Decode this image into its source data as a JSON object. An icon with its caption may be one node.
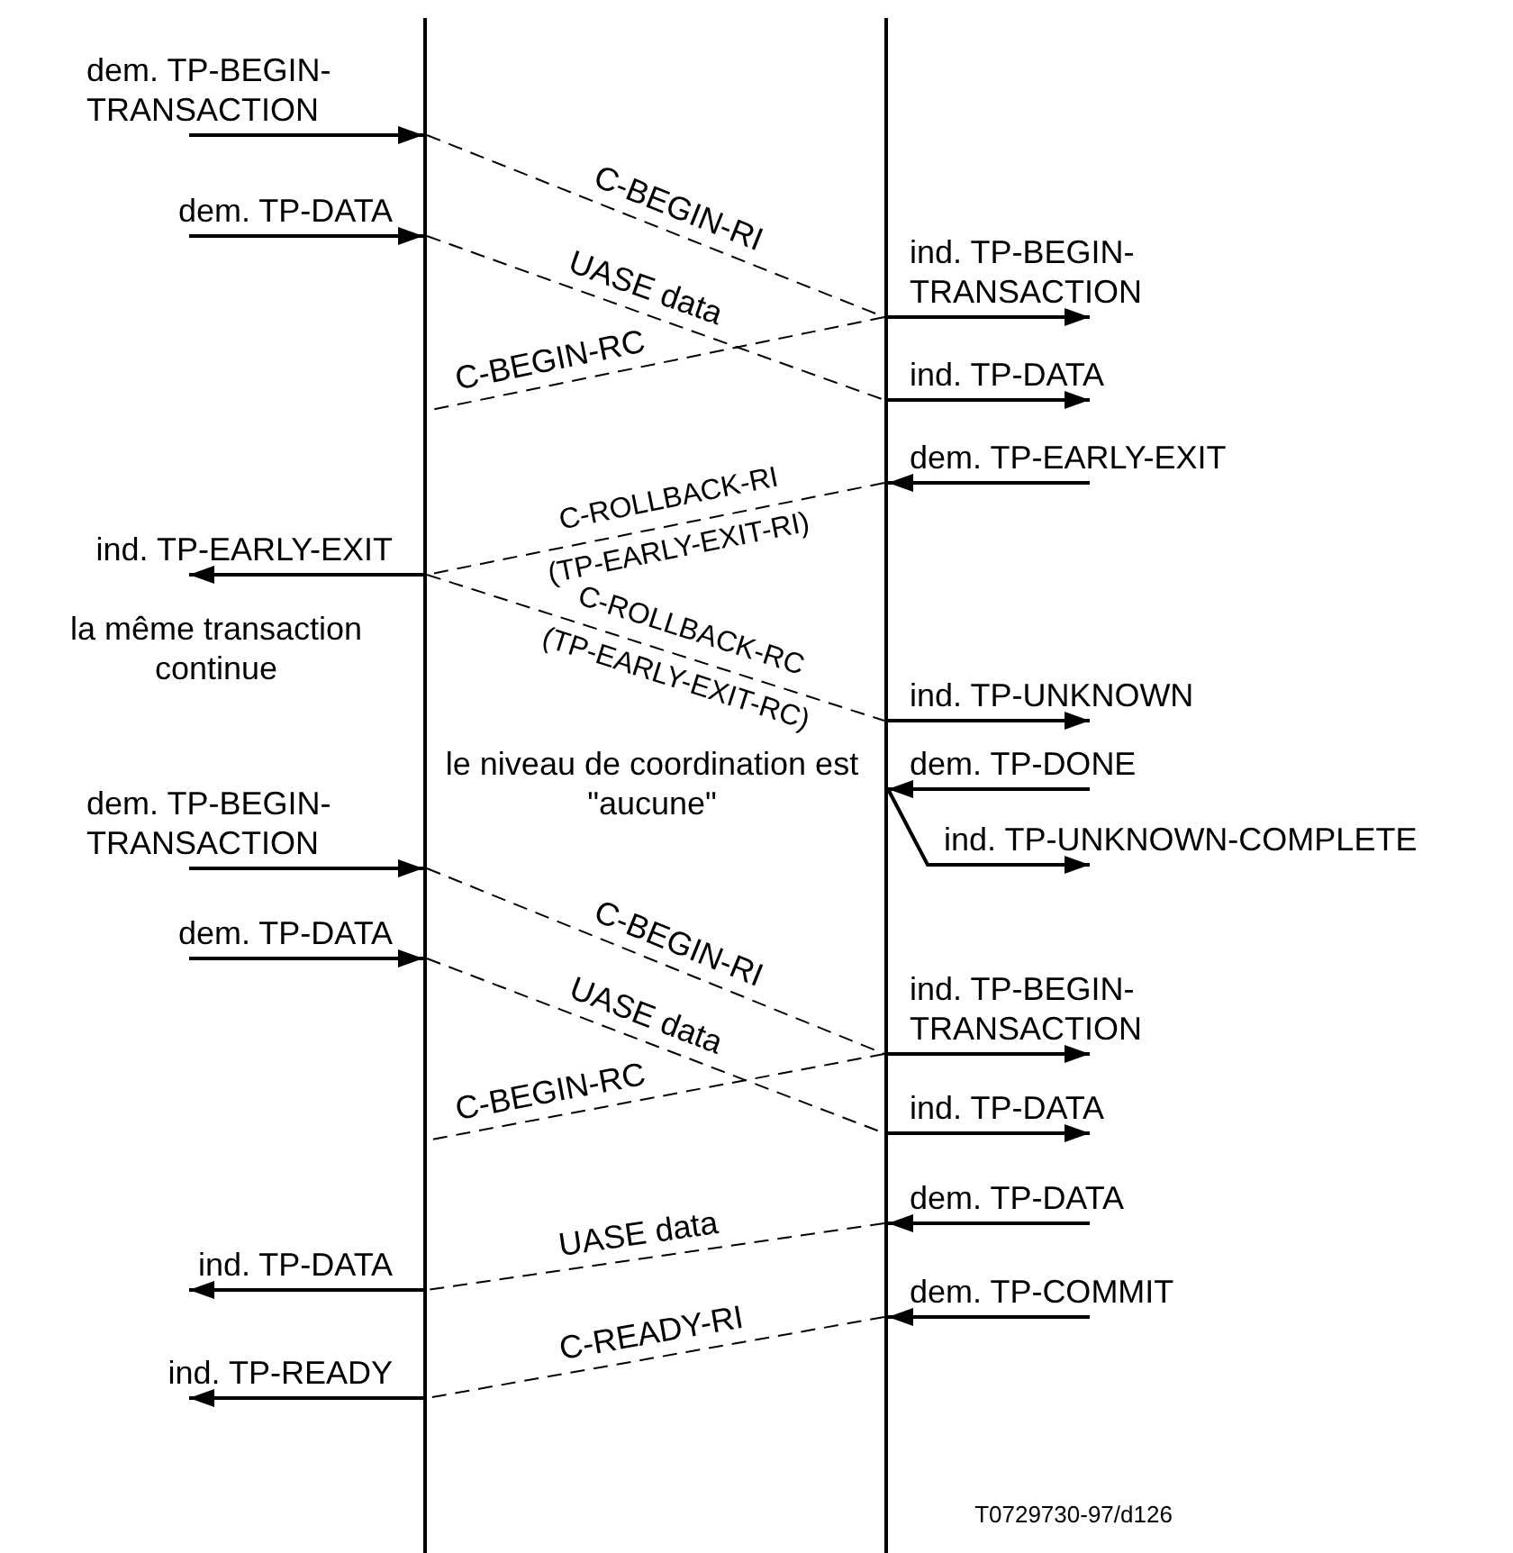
{
  "diagram": {
    "nodes": [
      {
        "text": [],
        "shape": "bar"
      },
      {
        "text": [],
        "shape": "bar"
      }
    ],
    "edges": [
      {
        "from": null,
        "to": 0,
        "arrow": "to",
        "label": "dem. TP-BEGIN- TRANSACTION"
      },
      {
        "from": null,
        "to": 0,
        "arrow": "to",
        "label": "dem. TP-DATA"
      },
      {
        "from": 0,
        "to": 1,
        "arrow": "none",
        "label": "C-BEGIN-RI",
        "style": "dashed"
      },
      {
        "from": 0,
        "to": 1,
        "arrow": "none",
        "label": "UASE data",
        "style": "dashed"
      },
      {
        "from": 1,
        "to": 0,
        "arrow": "none",
        "label": "C-BEGIN-RC",
        "style": "dashed"
      },
      {
        "from": 1,
        "to": null,
        "arrow": "to",
        "label": "ind. TP-BEGIN- TRANSACTION"
      },
      {
        "from": 1,
        "to": null,
        "arrow": "to",
        "label": "ind. TP-DATA"
      },
      {
        "from": null,
        "to": 1,
        "arrow": "to",
        "label": "dem. TP-EARLY-EXIT"
      },
      {
        "from": 1,
        "to": 0,
        "arrow": "none",
        "label": "C-ROLLBACK-RI (TP-EARLY-EXIT-RI)",
        "style": "dashed"
      },
      {
        "from": 0,
        "to": null,
        "arrow": "to",
        "label": "ind. TP-EARLY-EXIT"
      },
      {
        "from": 0,
        "to": 1,
        "arrow": "none",
        "label": "C-ROLLBACK-RC (TP-EARLY-EXIT-RC)",
        "style": "dashed"
      },
      {
        "from": 1,
        "to": null,
        "arrow": "to",
        "label": "ind. TP-UNKNOWN"
      },
      {
        "from": null,
        "to": 1,
        "arrow": "to",
        "label": "dem. TP-DONE"
      },
      {
        "from": 1,
        "to": null,
        "arrow": "to",
        "label": "ind. TP-UNKNOWN-COMPLETE"
      },
      {
        "from": null,
        "to": 0,
        "arrow": "to",
        "label": "dem. TP-BEGIN- TRANSACTION"
      },
      {
        "from": null,
        "to": 0,
        "arrow": "to",
        "label": "dem. TP-DATA"
      },
      {
        "from": 0,
        "to": 1,
        "arrow": "none",
        "label": "C-BEGIN-RI",
        "style": "dashed"
      },
      {
        "from": 0,
        "to": 1,
        "arrow": "none",
        "label": "UASE data",
        "style": "dashed"
      },
      {
        "from": 1,
        "to": 0,
        "arrow": "none",
        "label": "C-BEGIN-RC",
        "style": "dashed"
      },
      {
        "from": 1,
        "to": null,
        "arrow": "to",
        "label": "ind. TP-BEGIN- TRANSACTION"
      },
      {
        "from": 1,
        "to": null,
        "arrow": "to",
        "label": "ind. TP-DATA"
      },
      {
        "from": null,
        "to": 1,
        "arrow": "to",
        "label": "dem. TP-DATA"
      },
      {
        "from": 1,
        "to": 0,
        "arrow": "none",
        "label": "UASE data",
        "style": "dashed"
      },
      {
        "from": 0,
        "to": null,
        "arrow": "to",
        "label": "ind. TP-DATA"
      },
      {
        "from": null,
        "to": 1,
        "arrow": "to",
        "label": "dem. TP-COMMIT"
      },
      {
        "from": 1,
        "to": 0,
        "arrow": "none",
        "label": "C-READY-RI",
        "style": "dashed"
      },
      {
        "from": 0,
        "to": null,
        "arrow": "to",
        "label": "ind. TP-READY"
      }
    ],
    "labels": [
      "la même transaction continue",
      "le niveau de coordination est \"aucune\"",
      "T0729730-97/d126"
    ]
  }
}
